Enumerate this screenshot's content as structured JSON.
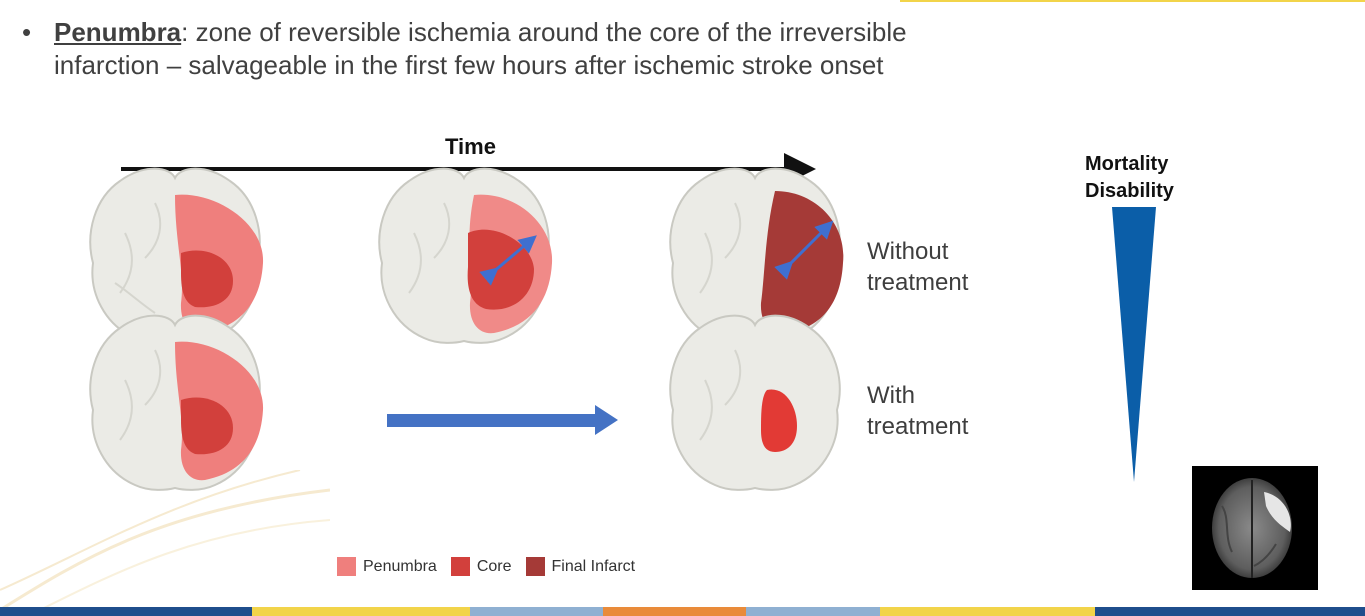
{
  "bullet": {
    "marker": "•",
    "term": "Penumbra",
    "text": ": zone of reversible ischemia around the core of the irreversible infarction – salvageable in the first few hours after ischemic stroke onset"
  },
  "diagram": {
    "time_label": "Time",
    "without_treatment": [
      "Without",
      "treatment"
    ],
    "with_treatment": [
      "With",
      "treatment"
    ],
    "mortality_label": "Mortality",
    "disability_label": "Disability"
  },
  "legend": [
    {
      "label": "Penumbra",
      "color": "#ef7f7d"
    },
    {
      "label": "Core",
      "color": "#d2403c"
    },
    {
      "label": "Final Infarct",
      "color": "#a53a37"
    }
  ],
  "colors": {
    "penumbra": "#ef7f7d",
    "core": "#d2403c",
    "final_infarct": "#a53a37",
    "salvaged_core": "#e23a35",
    "brain": "#ebebe6",
    "brain_outline": "#c9c9c2",
    "treatment_arrow": "#4472c4",
    "expansion_arrow": "#3f6fd0",
    "wedge": "#0b5ea8",
    "time_arrow": "#111111"
  },
  "bottom_bar_colors": [
    "#1f4e8c",
    "#f2d44a",
    "#8fb0d2",
    "#e98b3a",
    "#8fb0d2",
    "#f2d44a",
    "#1f4e8c"
  ]
}
